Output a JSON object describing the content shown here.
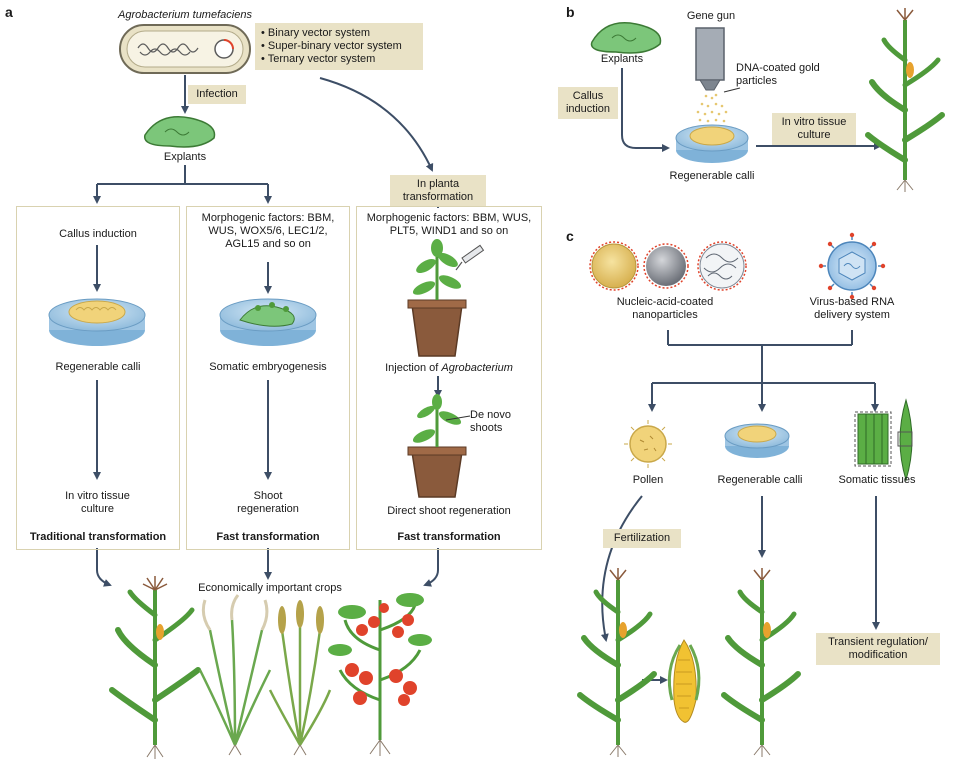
{
  "panels": {
    "a": "a",
    "b": "b",
    "c": "c"
  },
  "panel_a": {
    "organism": "Agrobacterium tumefaciens",
    "vector_systems": [
      "Binary vector system",
      "Super-binary vector system",
      "Ternary vector system"
    ],
    "infection": "Infection",
    "explants": "Explants",
    "in_planta": "In planta transformation",
    "col1": {
      "step1": "Callus induction",
      "step2": "Regenerable calli",
      "step3": "In vitro tissue culture",
      "title": "Traditional transformation"
    },
    "col2": {
      "step1": "Morphogenic factors: BBM, WUS, WOX5/6, LEC1/2, AGL15 and so on",
      "step2": "Somatic embryogenesis",
      "step3": "Shoot regeneration",
      "title": "Fast transformation"
    },
    "col3": {
      "step1": "Morphogenic factors: BBM, WUS, PLT5, WIND1 and so on",
      "step2_prefix": "Injection of ",
      "step2_italic": "Agrobacterium",
      "annotation": "De novo shoots",
      "step3": "Direct shoot regeneration",
      "title": "Fast transformation"
    },
    "crops_label": "Economically important crops"
  },
  "panel_b": {
    "explants": "Explants",
    "gene_gun": "Gene gun",
    "particles": "DNA-coated gold particles",
    "callus_induction": "Callus induction",
    "in_vitro": "In vitro tissue culture",
    "calli": "Regenerable calli"
  },
  "panel_c": {
    "nanoparticles": "Nucleic-acid-coated nanoparticles",
    "virus": "Virus-based RNA delivery system",
    "pollen": "Pollen",
    "calli": "Regenerable calli",
    "somatic": "Somatic tissues",
    "fertilization": "Fertilization",
    "transient": "Transient regulation/ modification"
  },
  "colors": {
    "arrow": "#3d4e66",
    "tag_bg": "#e9e2c6",
    "box_border": "#d9d2b0",
    "plant_green": "#4f9a3a",
    "explant_green": "#7cc67a",
    "dish_blue": "#9ec5e3",
    "callus_yellow": "#f1d37a",
    "pot_brown": "#8a5a3c",
    "tomato_red": "#e0432b"
  }
}
